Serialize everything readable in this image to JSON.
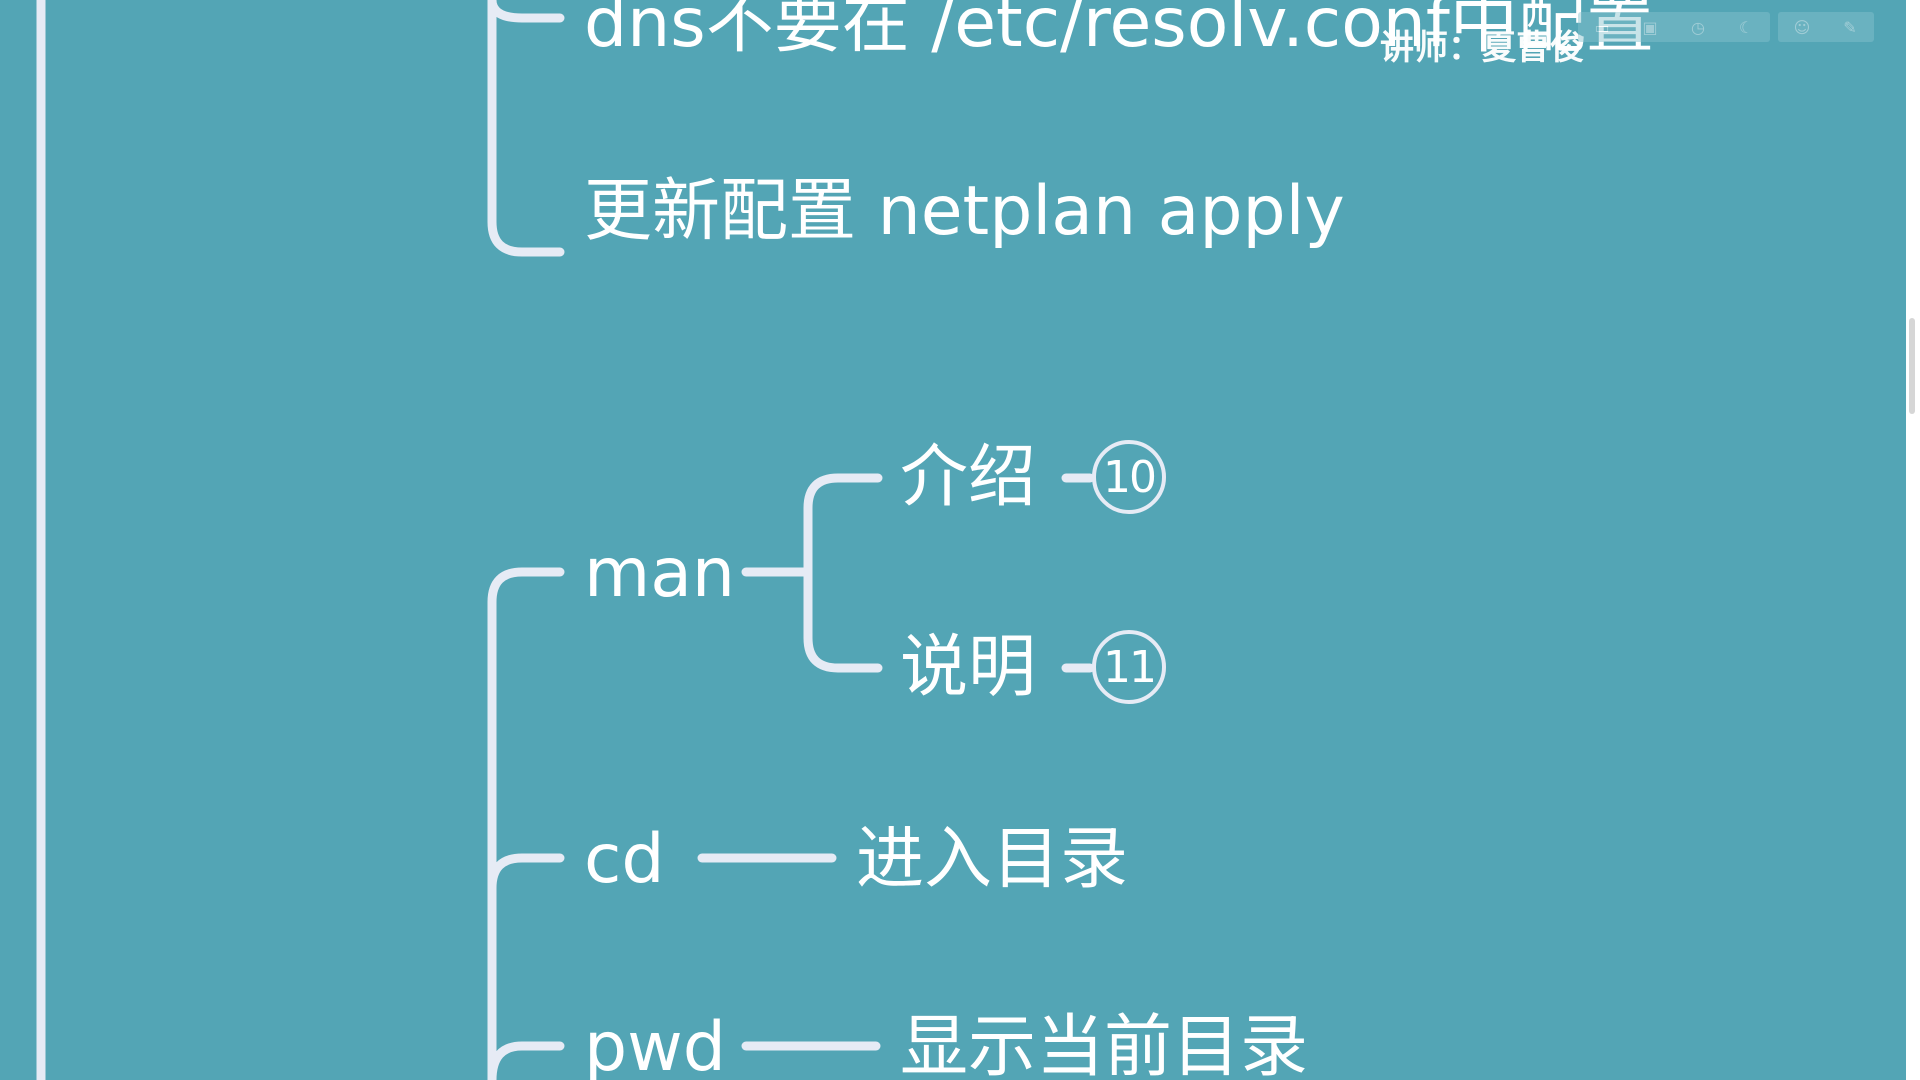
{
  "colors": {
    "background": "#53a5b5",
    "connector": "#e6ebf5",
    "text": "#ffffff"
  },
  "watermark": {
    "text": "讲师：夏曹俊"
  },
  "toolbar": {
    "icons": [
      "chat-icon",
      "screen-icon",
      "clock-icon",
      "moon-icon",
      "smile-icon",
      "pin-icon"
    ]
  },
  "mindmap": {
    "nodes": {
      "dns_note": "dns不要在 /etc/resolv.conf中配置",
      "netplan_apply": "更新配置 netplan apply",
      "man": "man",
      "man_intro": "介绍",
      "man_intro_badge": "10",
      "man_desc": "说明",
      "man_desc_badge": "11",
      "cd": "cd",
      "cd_desc": "进入目录",
      "pwd": "pwd",
      "pwd_desc": "显示当前目录"
    }
  }
}
